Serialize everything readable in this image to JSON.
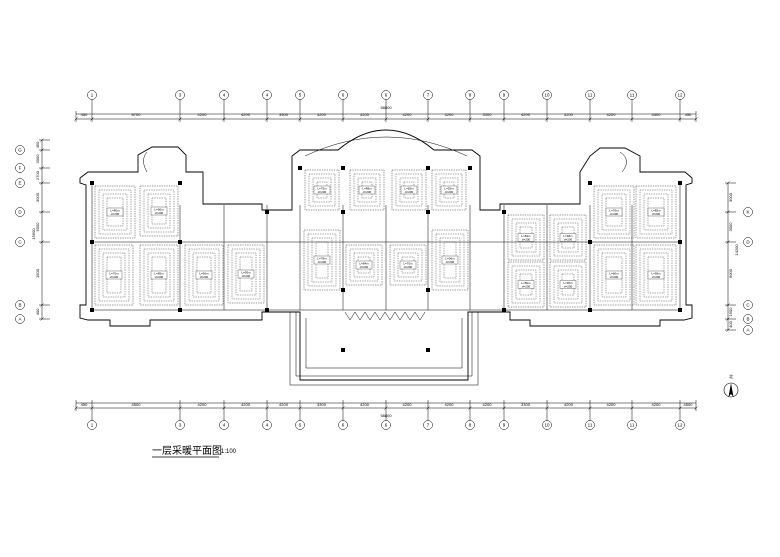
{
  "title": "一层采暖平面图",
  "scale": "1:100",
  "north_label": "北",
  "top_axes": [
    "1",
    "3",
    "4",
    "4",
    "5",
    "6",
    "6",
    "7",
    "8",
    "9",
    "10",
    "11",
    "11",
    "12"
  ],
  "bottom_axes": [
    "1",
    "3",
    "4",
    "4",
    "5",
    "6",
    "6",
    "7",
    "8",
    "9",
    "10",
    "11",
    "11",
    "12"
  ],
  "left_axes": [
    "G",
    "F",
    "E",
    "D",
    "C",
    "B",
    "A"
  ],
  "right_axes": [
    "K",
    "D",
    "C",
    "B",
    "A"
  ],
  "top_total": "58800",
  "bottom_total": "58800",
  "top_dims": [
    "450",
    "8700",
    "4200",
    "4200",
    "3300",
    "4200",
    "4200",
    "4200",
    "4200",
    "3300",
    "4200",
    "4200",
    "4200",
    "4500",
    "450"
  ],
  "bottom_dims": [
    "450",
    "4500",
    "4200",
    "4200",
    "4200",
    "3300",
    "4200",
    "4200",
    "4200",
    "4200",
    "3300",
    "4200",
    "4200",
    "4200",
    "4500",
    "450"
  ],
  "left_dims": [
    "450",
    "3000",
    "2700",
    "3000",
    "5000",
    "1500",
    "400"
  ],
  "left_total": "15600",
  "right_dims": [
    "3000",
    "3000",
    "5000",
    "1500",
    "400"
  ],
  "right_total": "14200",
  "room_labels": [
    "L=80m",
    "L=90m",
    "L=70m",
    "L=85m",
    "L=60m",
    "L=95m",
    "L=75m",
    "L=88m",
    "L=65m",
    "L=92m",
    "L=78m",
    "L=84m",
    "L=70m",
    "L=96m",
    "L=82m",
    "L=68m"
  ],
  "room_sub": "d=200",
  "icons": {
    "north": "north-arrow-icon"
  }
}
